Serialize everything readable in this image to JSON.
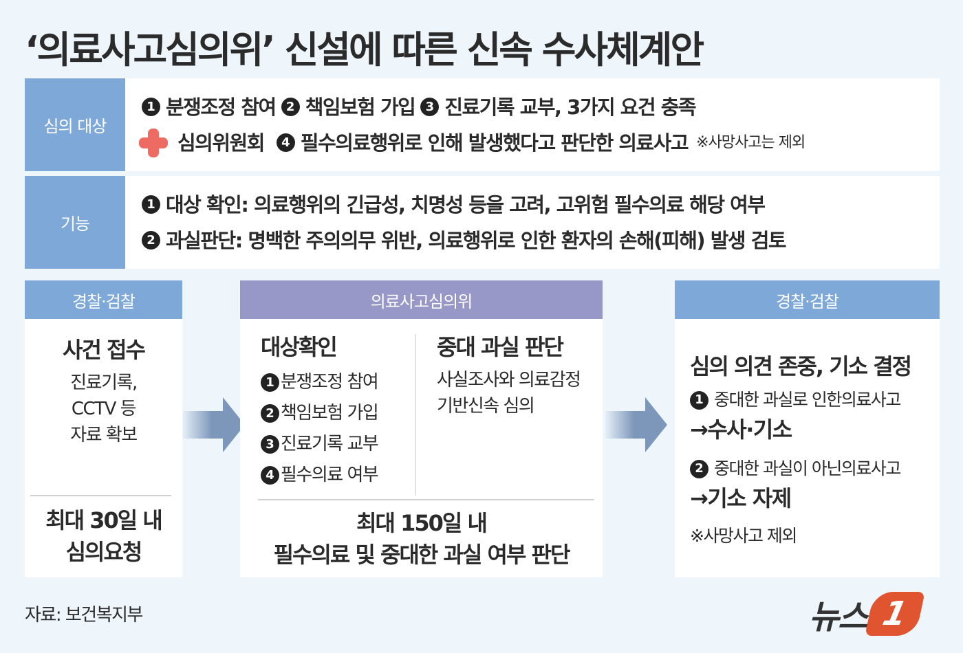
{
  "title": "‘의료사고심의위’ 신설에 따른 신속 수사체계안",
  "subjects": {
    "label": "심의 대상",
    "line1": [
      {
        "num": "1",
        "text": "분쟁조정 참여"
      },
      {
        "num": "2",
        "text": "책임보험 가입"
      },
      {
        "num": "3",
        "text": "진료기록 교부, 3가지 요건 충족"
      }
    ],
    "line2": {
      "icon": "red-cross-icon",
      "committee": "심의위원회",
      "num": "4",
      "text": "필수의료행위로 인해 발생했다고 판단한 의료사고",
      "note": "※사망사고는 제외"
    }
  },
  "functions": {
    "label": "기능",
    "items": [
      {
        "num": "1",
        "text": "대상 확인: 의료행위의 긴급성, 치명성 등을 고려, 고위험 필수의료 해당 여부"
      },
      {
        "num": "2",
        "text": "과실판단: 명백한 주의의무 위반, 의료행위로 인한 환자의 손해(피해) 발생 검토"
      }
    ]
  },
  "flow": {
    "step1": {
      "header": "경찰·검찰",
      "title": "사건 접수",
      "details": [
        "진료기록,",
        "CCTV 등",
        "자료 확보"
      ],
      "footer": [
        "최대 30일 내",
        "심의요청"
      ]
    },
    "step2": {
      "header": "의료사고심의위",
      "left_title": "대상확인",
      "left_items": [
        {
          "num": "1",
          "text": "분쟁조정 참여"
        },
        {
          "num": "2",
          "text": "책임보험 가입"
        },
        {
          "num": "3",
          "text": "진료기록 교부"
        },
        {
          "num": "4",
          "text": "필수의료 여부"
        }
      ],
      "right_title": "중대 과실 판단",
      "right_desc": [
        "사실조사와 의료감정",
        "기반신속 심의"
      ],
      "footer": [
        "최대 150일 내",
        "필수의료 및 중대한 과실 여부 판단"
      ]
    },
    "step3": {
      "header": "경찰·검찰",
      "title": "심의 의견 존중, 기소 결정",
      "items": [
        {
          "num": "1",
          "text": "중대한 과실로 인한의료사고",
          "result": " →수사·기소"
        },
        {
          "num": "2",
          "text": "중대한 과실이 아닌의료사고",
          "result": "→기소 자제"
        }
      ],
      "note": "※사망사고 제외"
    }
  },
  "source": "자료: 보건복지부",
  "logo": {
    "text": "뉴스",
    "mark": "1"
  },
  "colors": {
    "background": "#eef6fc",
    "blue_header": "#7ea8d8",
    "purple_header": "#9797c8",
    "arrow": "#7d97bb",
    "cross": "#ee6b63",
    "logo_accent": "#e0552f"
  }
}
